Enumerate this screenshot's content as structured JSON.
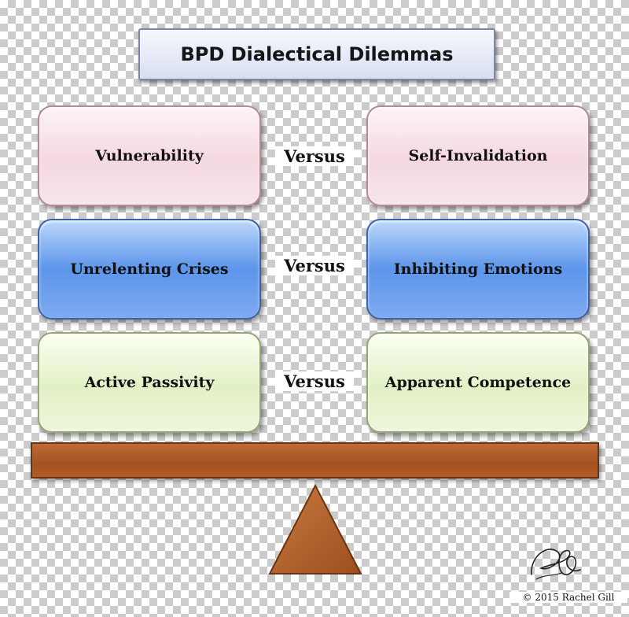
{
  "title": "BPD Dialectical Dilemmas",
  "rows": [
    {
      "left": "Vulnerability",
      "connector": "Versus",
      "right": "Self-Invalidation"
    },
    {
      "left": "Unrelenting Crises",
      "connector": "Versus",
      "right": "Inhibiting Emotions"
    },
    {
      "left": "Active Passivity",
      "connector": "Versus",
      "right": "Apparent Competence"
    }
  ],
  "colors": {
    "row1": "#f4d9df",
    "row2": "#5c95ea",
    "row3": "#e2f0c6",
    "beam": "#a3511f",
    "fulcrum": "#b0612c"
  },
  "icons": [
    "signature-icon"
  ],
  "copyright": "© 2015 Rachel Gill"
}
